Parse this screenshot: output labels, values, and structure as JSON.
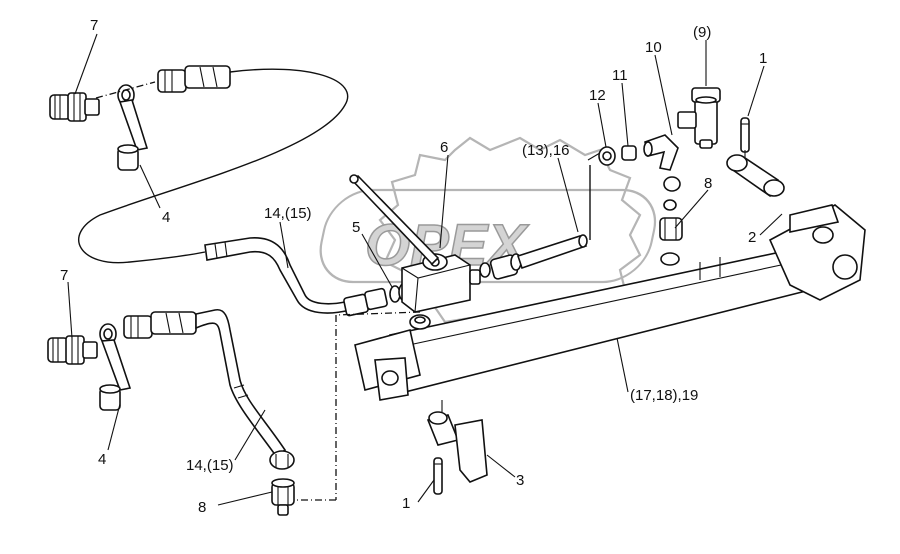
{
  "watermark": {
    "text": "OPEX"
  },
  "callouts": {
    "c7_top": "7",
    "c4_top": "4",
    "c7_bottom": "7",
    "c4_bottom": "4",
    "c14_top": "14,(15)",
    "c14_bottom": "14,(15)",
    "c8_bottom": "8",
    "c1_bottom": "1",
    "c3": "3",
    "c5": "5",
    "c6": "6",
    "c13_16": "(13),16",
    "c12": "12",
    "c11": "11",
    "c10": "10",
    "c9": "(9)",
    "c1_top": "1",
    "c8_right": "8",
    "c2": "2",
    "c17_18_19": "(17,18),19"
  }
}
